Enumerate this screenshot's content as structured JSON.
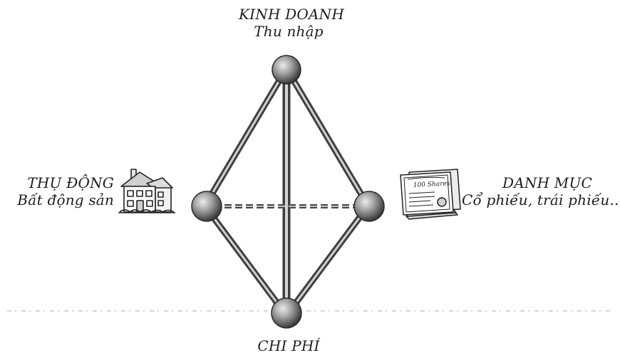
{
  "nodes": {
    "top": {
      "title": "KINH DOANH",
      "subtitle": "Thu nhập"
    },
    "left": {
      "title": "THỤ ĐỘNG",
      "subtitle": "Bất động sản"
    },
    "right": {
      "title": "DANH MỤC",
      "subtitle": "Cổ phiếu, trái phiếu..."
    },
    "bottom": {
      "title": "CHI PHÍ"
    }
  },
  "icons": {
    "left": "house-icon",
    "right": "stock-certificates-icon",
    "certificate_text": "100 Shares"
  },
  "colors": {
    "ink": "#1e1e1e",
    "sphere_dark": "#3a3a3a",
    "sphere_light": "#d9d9d9",
    "bar": "#6a6a6a"
  }
}
